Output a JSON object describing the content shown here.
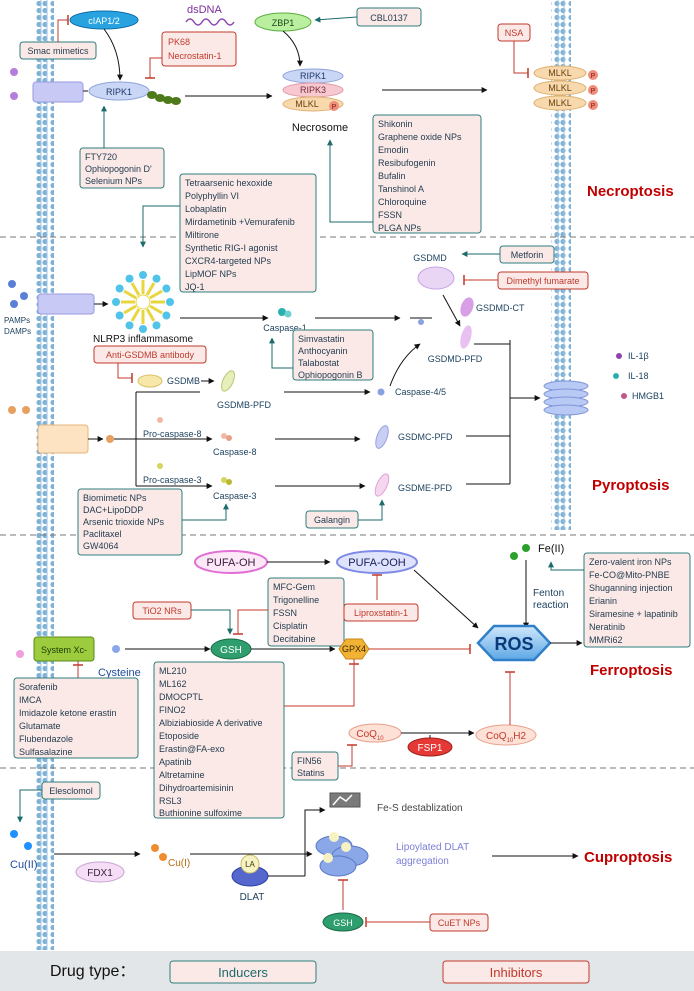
{
  "sections": {
    "necroptosis": "Necroptosis",
    "pyroptosis": "Pyroptosis",
    "ferroptosis": "Ferroptosis",
    "cuproptosis": "Cuproptosis"
  },
  "necro": {
    "ciap": "cIAP1/2",
    "dsdna": "dsDNA",
    "zbp1": "ZBP1",
    "cbl": "CBL0137",
    "smac": "Smac mimetics",
    "pk68": "PK68",
    "nec1": "Necrostatin-1",
    "ripk1": "RIPK1",
    "ripk1b": "RIPK1",
    "ripk3": "RIPK3",
    "mlkl": "MLKL",
    "p": "P",
    "necrosome": "Necrosome",
    "nsa": "NSA",
    "mlkl_stack": [
      "MLKL",
      "MLKL",
      "MLKL"
    ],
    "fty": [
      "FTY720",
      "Ophiopogonin D'",
      "Selenium NPs"
    ],
    "inducers": [
      "Shikonin",
      "Graphene oxide NPs",
      "Emodin",
      "Resibufogenin",
      "Bufalin",
      "Tanshinol A",
      "Chloroquine",
      "FSSN",
      "PLGA NPs"
    ]
  },
  "pyro": {
    "nlrp_inducers": [
      "Tetraarsenic hexoxide",
      "Polyphyllin VI",
      "Lobaplatin",
      "Mirdametinib +Vemurafenib",
      "Miltirone",
      "Synthetic RIG-I agonist",
      "CXCR4-targeted NPs",
      "LipMOF NPs",
      "JQ-1"
    ],
    "pamps": "PAMPs",
    "damps": "DAMPs",
    "nlrp3": "NLRP3 inflammasome",
    "casp1": "Caspase-1",
    "gsdmd": "GSDMD",
    "metforin": "Metforin",
    "dmf": "Dimethyl fumarate",
    "gsdmd_ct": "GSDMD-CT",
    "gsdmd_pfd": "GSDMD-PFD",
    "anti": "Anti-GSDMB antibody",
    "gsdmb": "GSDMB",
    "gsdmb_pfd": "GSDMB-PFD",
    "casp1_inh": [
      "Simvastatin",
      "Anthocyanin",
      "Talabostat",
      "Ophiopogonin B"
    ],
    "casp45": "Caspase-4/5",
    "il1b": "IL-1β",
    "il18": "IL-18",
    "hmgb1": "HMGB1",
    "procasp8": "Pro-caspase-8",
    "casp8": "Caspase-8",
    "gsdmc_pfd": "GSDMC-PFD",
    "procasp3": "Pro-caspase-3",
    "casp3": "Caspase-3",
    "gsdme_pfd": "GSDME-PFD",
    "casp3_inducers": [
      "Biomimetic NPs",
      "DAC+LipoDDP",
      "Arsenic trioxide NPs",
      "Paclitaxel",
      "GW4064"
    ],
    "galangin": "Galangin"
  },
  "ferro": {
    "pufa_oh": "PUFA-OH",
    "pufa_ooh": "PUFA-OOH",
    "fe2": "Fe(II)",
    "fenton": [
      "Fenton",
      "reaction"
    ],
    "fe_inducers": [
      "Zero-valent iron NPs",
      "Fe-CO@Mito-PNBE",
      "Shuganning injection",
      "Erianin",
      "Siramesine + lapatinib",
      "Neratinib",
      "MMRi62"
    ],
    "gsh_inducers": [
      "MFC-Gem",
      "Trigonelline",
      "FSSN",
      "Cisplatin",
      "Decitabine"
    ],
    "tio2": "TiO2 NRs",
    "lipro": "Liproxstatin-1",
    "ros": "ROS",
    "system_xc": "System Xc-",
    "cysteine": "Cysteine",
    "gsh": "GSH",
    "gpx4": "GPX4",
    "gpx4_inducers": [
      "ML210",
      "ML162",
      "DMOCPTL",
      "FINO2",
      "Albiziabioside A derivative",
      "Etoposide",
      "Erastin@FA-exo",
      "Apatinib",
      "Altretamine",
      "Dihydroartemisinin",
      "RSL3",
      "Buthionine sulfoxime"
    ],
    "xc_inducers": [
      "Sorafenib",
      "IMCA",
      "Imidazole ketone erastin",
      "Glutamate",
      "Flubendazole",
      "Sulfasalazine"
    ],
    "coq10": "CoQ",
    "coq10_sub": "10",
    "fsp1": "FSP1",
    "coq10h2": "CoQ",
    "coq10h2_sub": "10",
    "coq10h2_tail": "H2",
    "fin56": [
      "FIN56",
      "Statins"
    ]
  },
  "cupro": {
    "elesclomol": "Elesclomol",
    "cu2": "Cu(II)",
    "fdx1": "FDX1",
    "cu1": "Cu(I)",
    "la": "LA",
    "dlat": "DLAT",
    "fes": "Fe-S destablization",
    "lipoylated": [
      "Lipoylated DLAT",
      "aggregation"
    ],
    "gsh": "GSH",
    "cuet": "CuET NPs"
  },
  "legend": {
    "title": "Drug type：",
    "inducers": "Inducers",
    "inhibitors": "Inhibitors"
  },
  "colors": {
    "teal": "#1d6b6b",
    "red": "#c0392b",
    "inducer_fill": "#fbe9e7",
    "inhibitor_fill": "#fbe9e7"
  }
}
